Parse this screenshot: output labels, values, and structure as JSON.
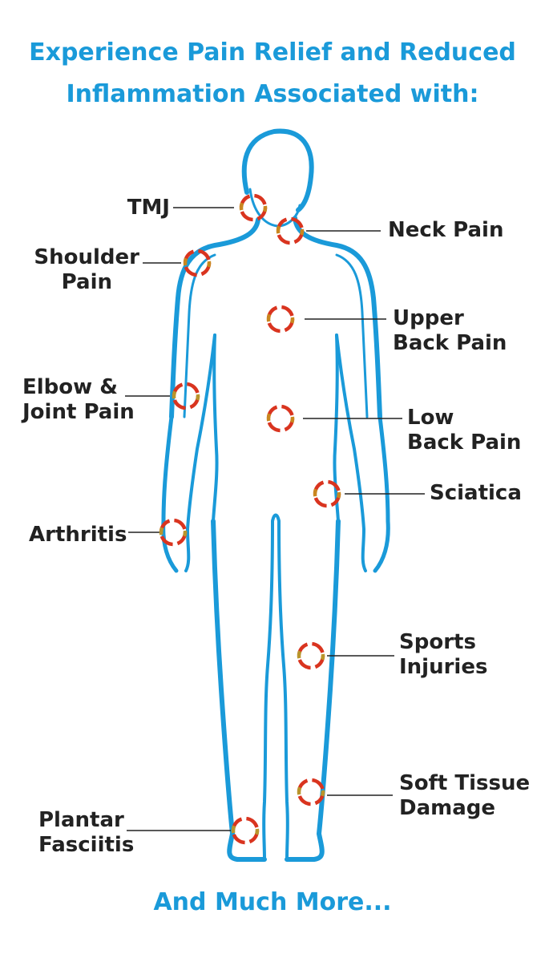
{
  "header": {
    "line1": "Experience Pain Relief and Reduced",
    "line2": "Inflammation Associated with:"
  },
  "labels": {
    "tmj": "TMJ",
    "neck_pain": "Neck Pain",
    "shoulder_pain_1": "Shoulder",
    "shoulder_pain_2": "Pain",
    "upper_back_1": "Upper",
    "upper_back_2": "Back Pain",
    "elbow_1": "Elbow &",
    "elbow_2": "Joint Pain",
    "low_back_1": "Low",
    "low_back_2": "Back Pain",
    "sciatica": "Sciatica",
    "arthritis": "Arthritis",
    "sports_1": "Sports",
    "sports_2": "Injuries",
    "soft_tissue_1": "Soft Tissue",
    "soft_tissue_2": "Damage",
    "plantar_1": "Plantar",
    "plantar_2": "Fasciitis"
  },
  "footer": "And Much More...",
  "colors": {
    "title": "#1a9ad9",
    "body_outline": "#1a9ad9",
    "marker_red": "#d9341f",
    "marker_orange": "#c9871f",
    "marker_gold": "#b9962c",
    "leader_line": "#222222"
  }
}
